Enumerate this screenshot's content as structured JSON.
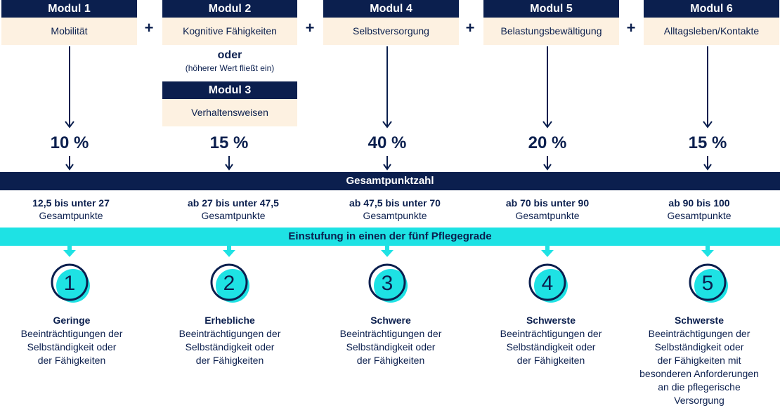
{
  "modules": [
    {
      "head": "Modul 1",
      "body": "Mobilität"
    },
    {
      "head": "Modul 2",
      "body": "Kognitive Fähigkeiten"
    },
    {
      "head": "Modul 4",
      "body": "Selbstversorgung"
    },
    {
      "head": "Modul 5",
      "body": "Belastungsbewältigung"
    },
    {
      "head": "Modul 6",
      "body": "Alltagsleben/Kontakte"
    }
  ],
  "modul3": {
    "head": "Modul 3",
    "body": "Verhaltensweisen"
  },
  "oder": "oder",
  "oder_sub": "(höherer Wert fließt ein)",
  "plus": "+",
  "weights": [
    "10 %",
    "15 %",
    "40 %",
    "20 %",
    "15 %"
  ],
  "total_label": "Gesamtpunktzahl",
  "ranges": [
    {
      "bold": "12,5 bis unter 27",
      "normal": "Gesamtpunkte"
    },
    {
      "bold": "ab 27 bis unter 47,5",
      "normal": "Gesamtpunkte"
    },
    {
      "bold": "ab 47,5 bis unter 70",
      "normal": "Gesamtpunkte"
    },
    {
      "bold": "ab 70 bis unter 90",
      "normal": "Gesamtpunkte"
    },
    {
      "bold": "ab 90 bis 100",
      "normal": "Gesamtpunkte"
    }
  ],
  "classification_label": "Einstufung in einen der fünf Pflegegrade",
  "grades": [
    {
      "num": "1",
      "bold": "Geringe",
      "lines": [
        "Beeinträchtigungen der",
        "Selbständigkeit oder",
        "der Fähigkeiten"
      ]
    },
    {
      "num": "2",
      "bold": "Erhebliche",
      "lines": [
        "Beeinträchtigungen der",
        "Selbständigkeit oder",
        "der Fähigkeiten"
      ]
    },
    {
      "num": "3",
      "bold": "Schwere",
      "lines": [
        "Beeinträchtigungen der",
        "Selbständigkeit oder",
        "der Fähigkeiten"
      ]
    },
    {
      "num": "4",
      "bold": "Schwerste",
      "lines": [
        "Beeinträchtigungen der",
        "Selbständigkeit oder",
        "der Fähigkeiten"
      ]
    },
    {
      "num": "5",
      "bold": "Schwerste",
      "lines": [
        "Beeinträchtigungen der",
        "Selbständigkeit oder",
        "der Fähigkeiten mit",
        "besonderen Anforderungen",
        "an die pflegerische",
        "Versorgung"
      ]
    }
  ],
  "colors": {
    "navy": "#0b1f4e",
    "cream": "#fdf1e1",
    "cyan": "#1ee2e4"
  }
}
